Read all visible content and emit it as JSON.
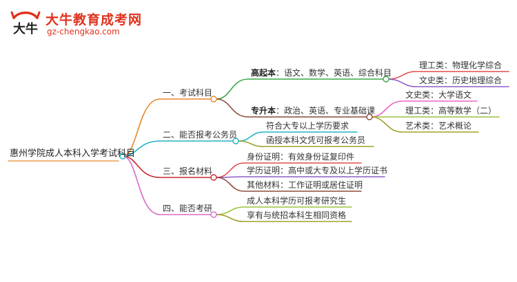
{
  "brand": {
    "name": "大牛教育成考网",
    "url": "gz-chengkao.com",
    "logo_text": "大牛"
  },
  "colors": {
    "brand_red": "#e0311c",
    "branch1": "#e8862a",
    "branch2": "#22b3c7",
    "branch3": "#c7282f",
    "branch4": "#d769c9",
    "sub_green": "#3aa54a",
    "sub_brown": "#8b4c3a",
    "red": "#e24b4b",
    "purple": "#8a5cc7",
    "pink": "#ea63c9",
    "lime": "#9cc23a",
    "olive": "#a0a02a"
  },
  "root": "惠州学院成人本科入学考试科目",
  "branches": [
    {
      "label": "一、考试科目",
      "children": [
        {
          "strong": "高起本",
          "rest": "：语文、数学、英语、综合科目",
          "children": [
            "理工类：物理化学综合",
            "文史类：历史地理综合"
          ]
        },
        {
          "strong": "专升本",
          "rest": "：政治、英语、专业基础课",
          "children": [
            "文史类：大学语文",
            "理工类：高等数学（二）",
            "艺术类：艺术概论"
          ]
        }
      ]
    },
    {
      "label": "二、能否报考公务员",
      "children": [
        "符合大专以上学历要求",
        "函授本科文凭可报考公务员"
      ]
    },
    {
      "label": "三、报名材料",
      "children": [
        "身份证明：有效身份证复印件",
        "学历证明：高中或大专及以上学历证书",
        "其他材料：工作证明或居住证明"
      ]
    },
    {
      "label": "四、能否考研",
      "children": [
        "成人本科学历可报考研究生",
        "享有与统招本科生相同资格"
      ]
    }
  ]
}
